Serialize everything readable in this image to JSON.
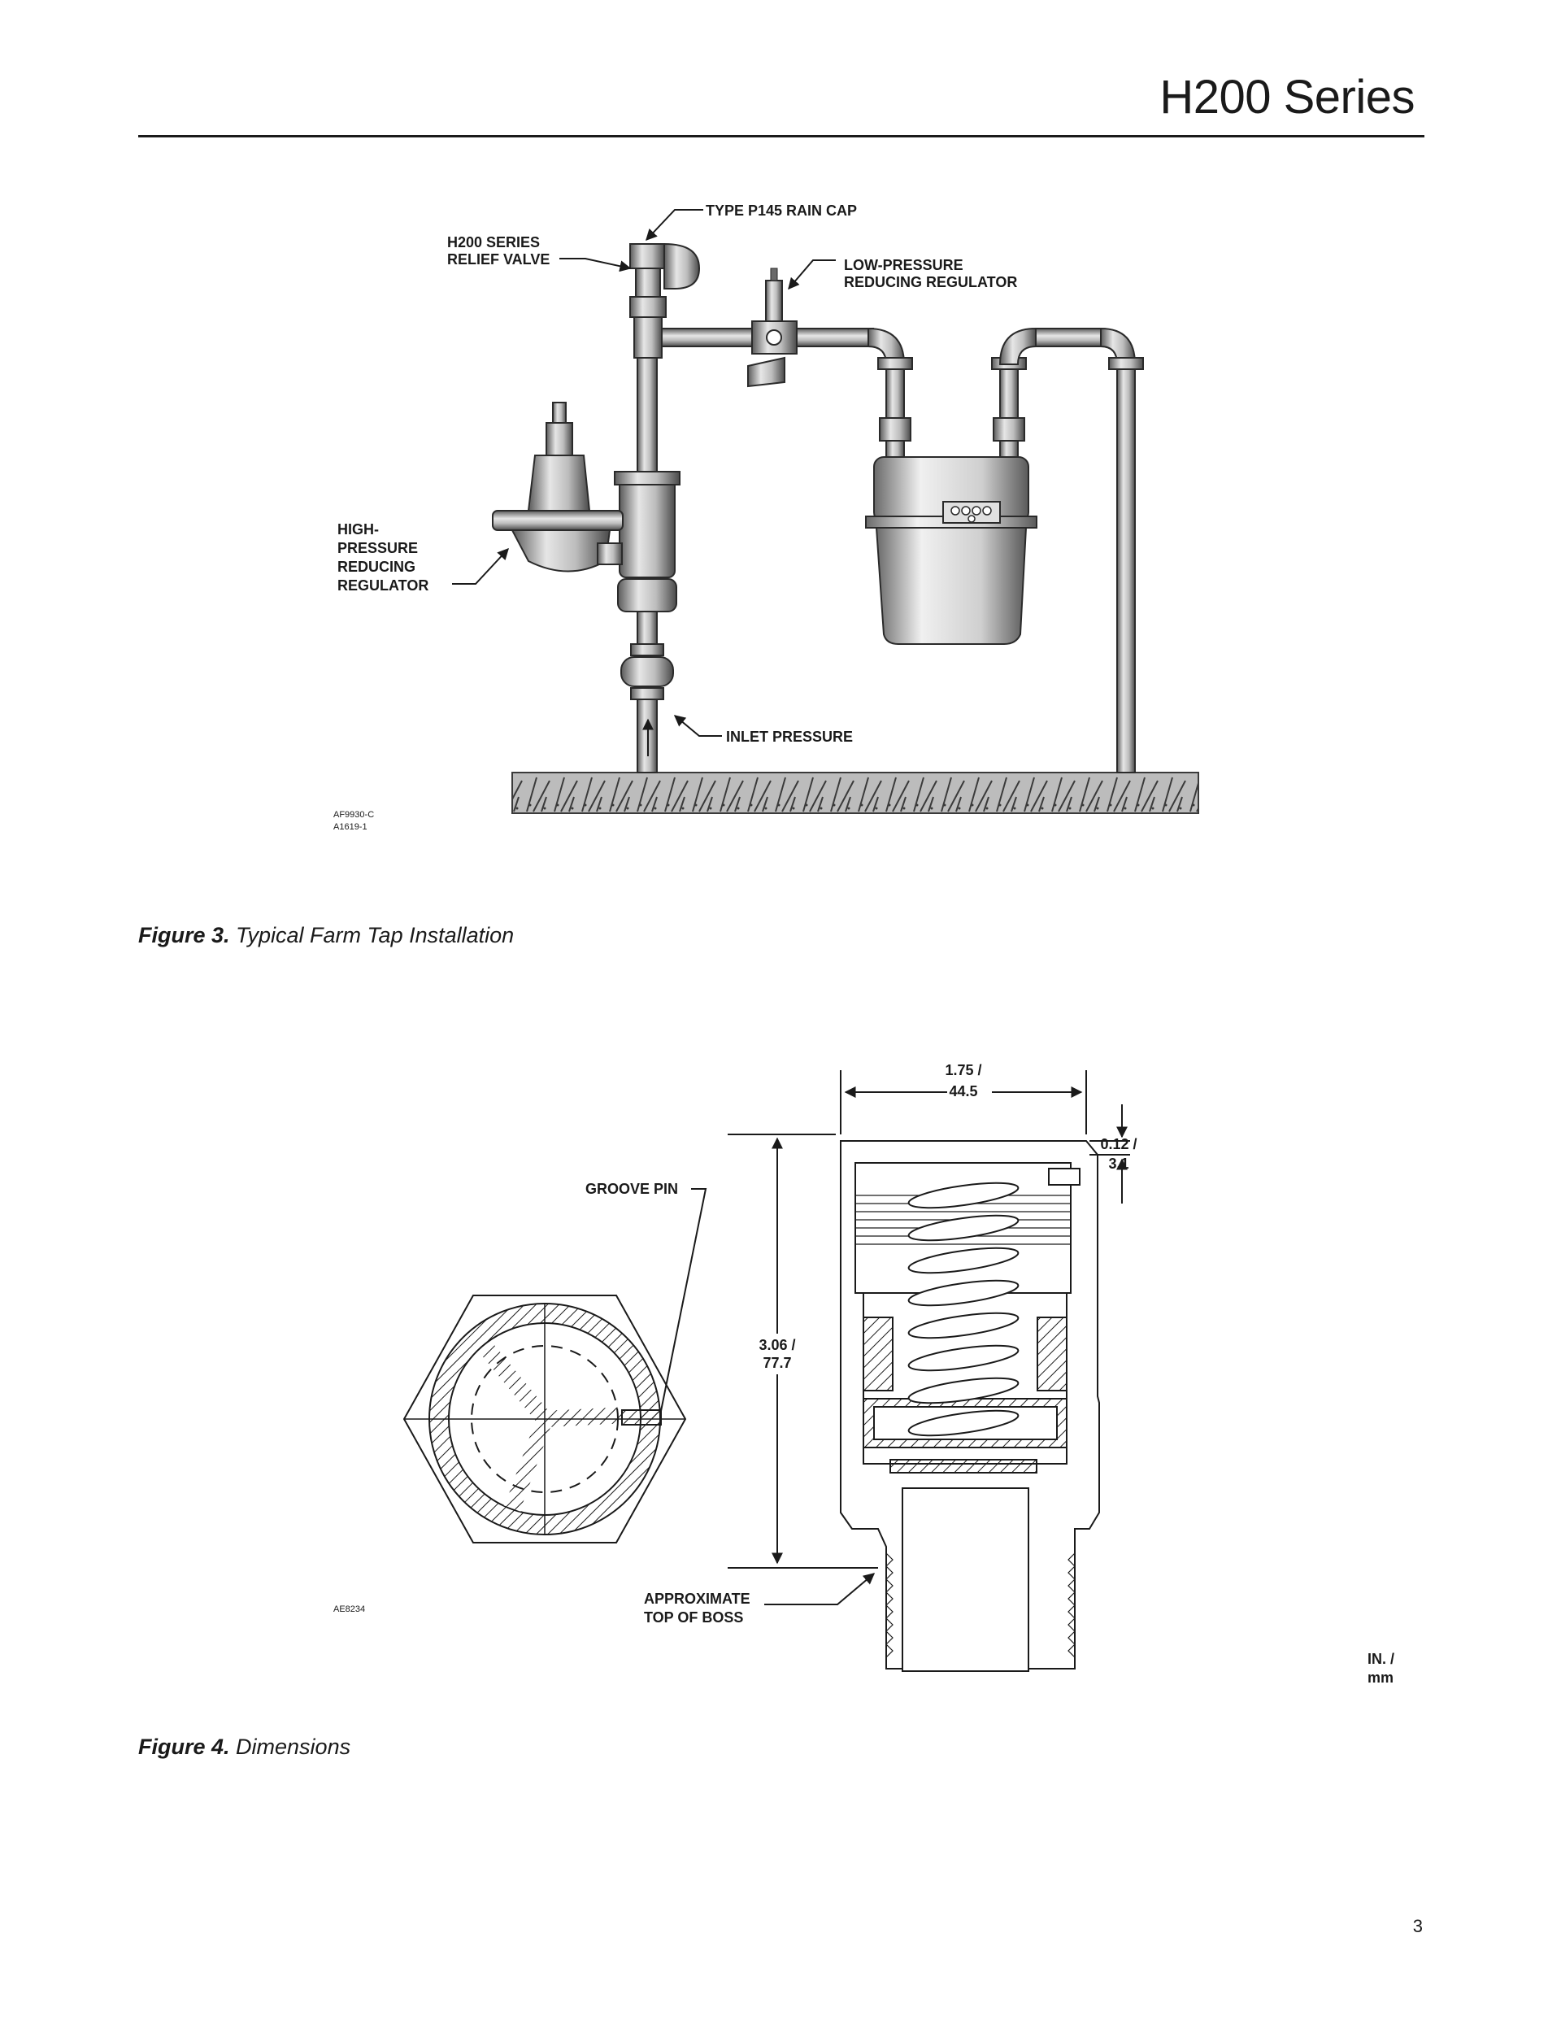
{
  "header": {
    "title": "H200 Series"
  },
  "figure3": {
    "labels": {
      "rain_cap": "TYPE P145 RAIN CAP",
      "relief_line1": "H200 SERIES",
      "relief_line2": "RELIEF VALVE",
      "lp_line1": "LOW-PRESSURE",
      "lp_line2": "REDUCING REGULATOR",
      "hp_line1": "HIGH-",
      "hp_line2": "PRESSURE",
      "hp_line3": "REDUCING",
      "hp_line4": "REGULATOR",
      "inlet": "INLET PRESSURE"
    },
    "codes": {
      "c1": "AF9930-C",
      "c2": "A1619-1"
    },
    "caption_num": "Figure 3.",
    "caption_text": " Typical Farm Tap Installation"
  },
  "figure4": {
    "labels": {
      "width_in": "1.75 /",
      "width_mm": "44.5",
      "top_in": "0.12 /",
      "top_mm": "3.1",
      "height_in": "3.06 /",
      "height_mm": "77.7",
      "groove_pin": "GROOVE PIN",
      "boss_line1": "APPROXIMATE",
      "boss_line2": "TOP OF BOSS",
      "units_line1": "IN. /",
      "units_line2": "mm"
    },
    "code": "AE8234",
    "caption_num": "Figure 4.",
    "caption_text": " Dimensions"
  },
  "page_number": "3"
}
